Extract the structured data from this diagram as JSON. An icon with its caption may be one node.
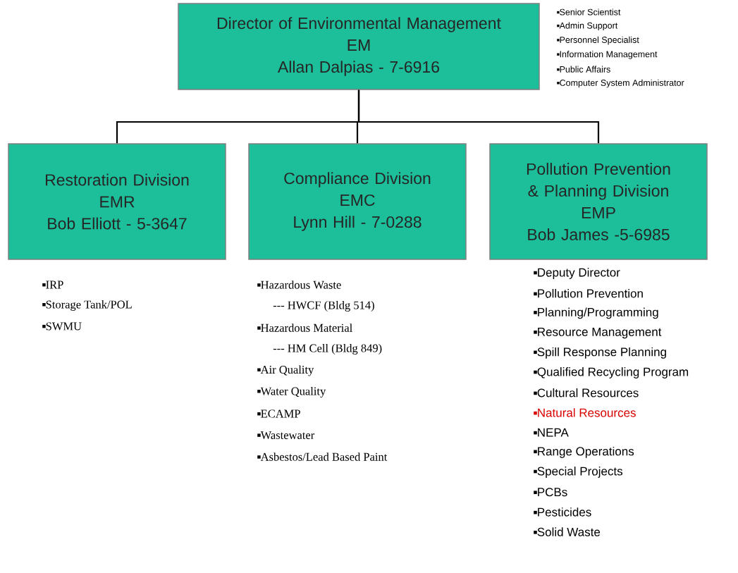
{
  "diagram": {
    "nodes": [
      {
        "text": [
          "Director of Environmental Management",
          "EM",
          "Allan Dalpias - 7-6916"
        ],
        "beside": [
          "Senior Scientist",
          "Admin Support",
          "Personnel Specialist",
          "Information Management",
          "Public Affairs",
          "Computer System Administrator"
        ]
      },
      {
        "text": [
          "Restoration Division",
          "EMR",
          "Bob Elliott - 5-3647"
        ],
        "beside": [
          "IRP",
          "Storage Tank/POL",
          "SWMU"
        ]
      },
      {
        "text": [
          "Compliance Division",
          "EMC",
          "Lynn Hill - 7-0288"
        ],
        "beside": [
          "Hazardous Waste",
          "--- HWCF (Bldg 514)",
          "Hazardous Material",
          "--- HM Cell (Bldg 849)",
          "Air Quality",
          "Water Quality",
          "ECAMP",
          "Wastewater",
          "Asbestos/Lead Based Paint"
        ]
      },
      {
        "text": [
          "Pollution Prevention & Planning Division",
          "EMP",
          "Bob James -5-6985"
        ],
        "beside": [
          "Deputy Director",
          "Pollution Prevention",
          "Planning/Programming",
          "Resource Management",
          "Spill Response Planning",
          "Qualified Recycling Program",
          "Cultural Resources",
          "Natural Resources",
          "NEPA",
          "Range Operations",
          "Special Projects",
          "PCBs",
          "Pesticides",
          "Solid Waste"
        ]
      }
    ],
    "edges": [
      {
        "from": 0,
        "to": 1,
        "arrow": "none"
      },
      {
        "from": 0,
        "to": 2,
        "arrow": "none"
      },
      {
        "from": 0,
        "to": 3,
        "arrow": "none"
      }
    ]
  }
}
